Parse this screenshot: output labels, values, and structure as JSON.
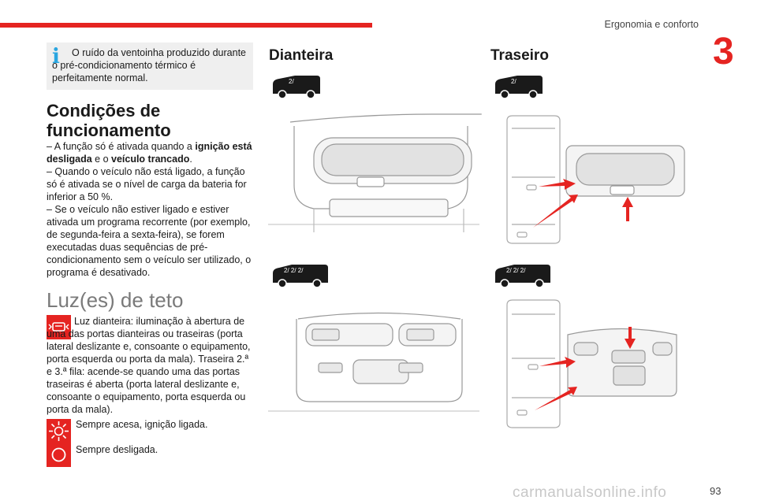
{
  "header": {
    "section_title": "Ergonomia e conforto",
    "chapter_number": "3"
  },
  "info_note": {
    "text": "O ruído da ventoinha produzido durante o pré-condicionamento térmico é perfeitamente normal."
  },
  "conditions": {
    "title": "Condições de funcionamento",
    "item1_pre": "– A função só é ativada quando a ",
    "item1_bold1": "ignição está desligada",
    "item1_mid": " e o ",
    "item1_bold2": "veículo trancado",
    "item1_post": ".",
    "item2": "– Quando o veículo não está ligado, a função só é ativada se o nível de carga da bateria for inferior a 50 %.",
    "item3": "– Se o veículo não estiver ligado e estiver ativada um programa recorrente (por exemplo, de segunda-feira a sexta-feira), se forem executadas duas sequências de pré-condicionamento sem o veículo ser utilizado, o programa é desativado."
  },
  "ceiling_lights": {
    "title": "Luz(es) de teto",
    "door_mode_text": "Luz dianteira: iluminação à abertura de uma das portas dianteiras ou traseiras (porta lateral deslizante e, consoante o equipamento, porta esquerda ou porta da mala). Traseira 2.ª e 3.ª fila: acende-se quando uma das portas traseiras é aberta (porta lateral deslizante e, consoante o equipamento, porta esquerda ou porta da mala).",
    "always_on_text": "Sempre acesa, ignição ligada.",
    "always_off_text": "Sempre desligada."
  },
  "figures": {
    "front_title": "Dianteira",
    "rear_title": "Traseiro",
    "van_label_single": "2/",
    "van_label_multi": [
      "2/",
      "2/",
      "2/"
    ]
  },
  "footer": {
    "page_number": "93",
    "watermark": "carmanualsonline.info"
  },
  "colors": {
    "accent": "#e52421",
    "info": "#2aa6e0",
    "info_bg": "#efefef"
  }
}
